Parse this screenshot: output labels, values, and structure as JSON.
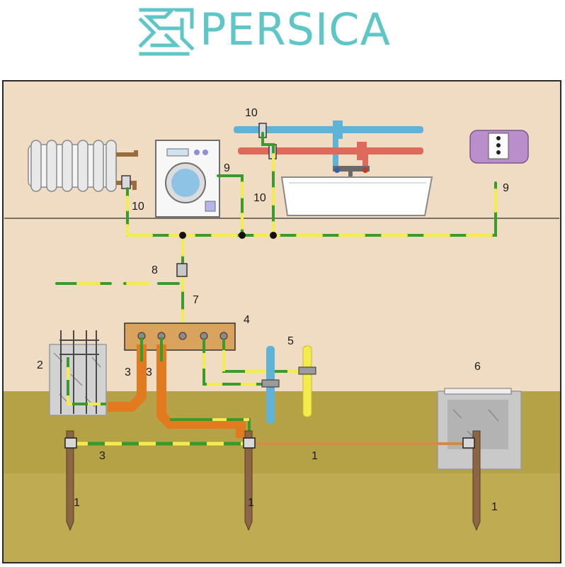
{
  "header": {
    "brand": "PERSICA"
  },
  "colors": {
    "teal": "#5ec6c6",
    "background": "#f0dcc2",
    "soil": "#b6a246",
    "green_wire": "#3a9a2c",
    "yellow_wire": "#f2ec4c",
    "orange_conductor": "#e27a1f",
    "blue_pipe": "#5fb3d6",
    "red_pipe": "#de6a5c",
    "bus_bar": "#d9a35e",
    "heater": "#b98ecb"
  },
  "labels": {
    "radiator_clamp": "10",
    "washer_wire": "9",
    "pipe_clamp_top": "10",
    "pipe_clamp_bath": "10",
    "heater_wire": "9",
    "junction": "8",
    "main_wire": "7",
    "bus_bar": "4",
    "pipes": "5",
    "foundation_left": "2",
    "conductor_a": "3",
    "conductor_b": "3",
    "ground_strip": "3",
    "foundation_right": "6",
    "ground_link": "1",
    "electrode_left": "1",
    "electrode_mid": "1",
    "electrode_right": "1"
  }
}
